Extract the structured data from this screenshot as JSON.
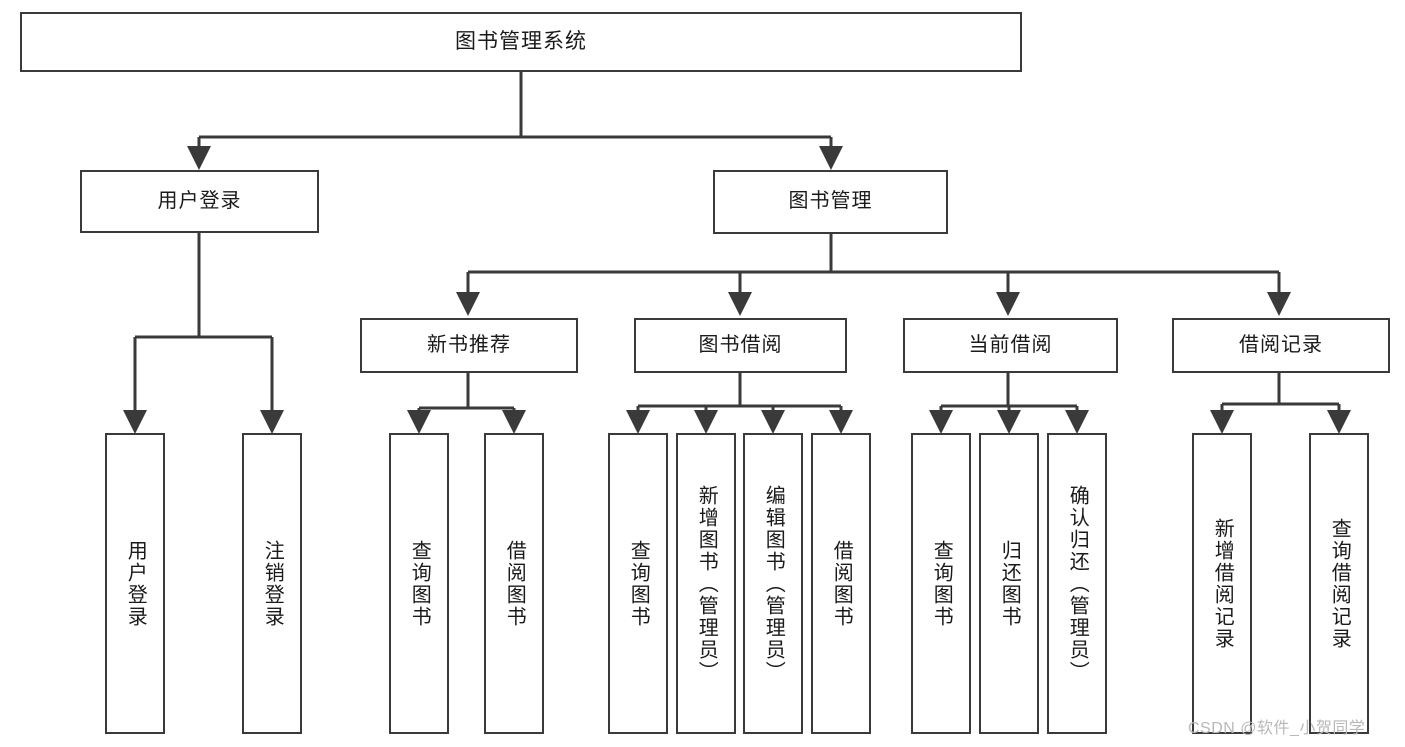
{
  "diagram": {
    "title": "图书管理系统",
    "type": "tree",
    "watermark": "CSDN @软件_小贺同学"
  },
  "nodes": {
    "root": {
      "label": "图书管理系统"
    },
    "level2": {
      "user_login": {
        "label": "用户登录"
      },
      "book_mgmt": {
        "label": "图书管理"
      }
    },
    "level3": {
      "new_book_rec": {
        "label": "新书推荐"
      },
      "book_borrow": {
        "label": "图书借阅"
      },
      "current_borrow": {
        "label": "当前借阅"
      },
      "borrow_record": {
        "label": "借阅记录"
      }
    },
    "leaves": {
      "user_login_1": {
        "label": "用户登录"
      },
      "user_login_2": {
        "label": "注销登录"
      },
      "new_book_1": {
        "label": "查询图书"
      },
      "new_book_2": {
        "label": "借阅图书"
      },
      "borrow_1": {
        "label": "查询图书"
      },
      "borrow_2": {
        "label": "新增图书（管理员）"
      },
      "borrow_3": {
        "label": "编辑图书（管理员）"
      },
      "borrow_4": {
        "label": "借阅图书"
      },
      "current_1": {
        "label": "查询图书"
      },
      "current_2": {
        "label": "归还图书"
      },
      "current_3": {
        "label": "确认归还（管理员）"
      },
      "record_1": {
        "label": "新增借阅记录"
      },
      "record_2": {
        "label": "查询借阅记录"
      }
    }
  },
  "style": {
    "border_color": "#3a3a3a",
    "background": "#ffffff",
    "text_color": "#1a1a1a",
    "watermark_color": "#b8b8b8"
  }
}
